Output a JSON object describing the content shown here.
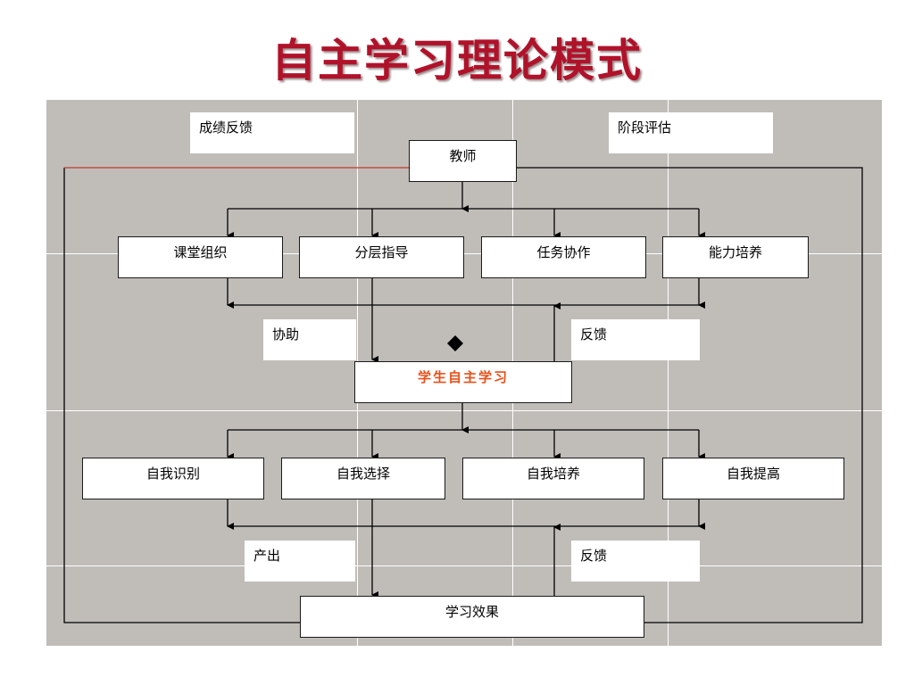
{
  "title": "自主学习理论模式",
  "labels": {
    "score_feedback": "成绩反馈",
    "stage_eval": "阶段评估",
    "assist": "协助",
    "feedback_upper": "反馈",
    "output": "产出",
    "feedback_lower": "反馈"
  },
  "nodes": {
    "teacher": "教师",
    "teacher_items": [
      "课堂组织",
      "分层指导",
      "任务协作",
      "能力培养"
    ],
    "student": "学生自主学习",
    "self_items": [
      "自我识别",
      "自我选择",
      "自我培养",
      "自我提高"
    ],
    "result": "学习效果"
  },
  "colors": {
    "title": "#b0122a",
    "background": "#c0bdb9",
    "student_label": "#e8501a",
    "highlight_line": "#c0392b"
  },
  "decorations": {
    "diamond_icon": "diamond-icon"
  }
}
